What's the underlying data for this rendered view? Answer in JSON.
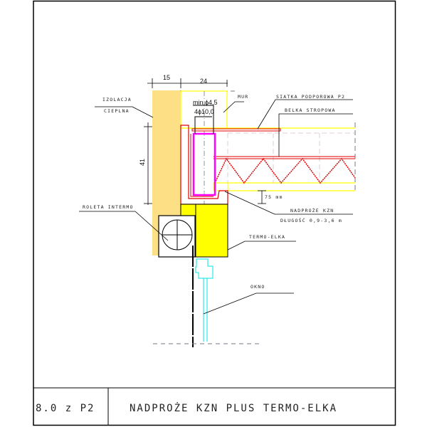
{
  "drawing": {
    "title": "NADPROŻE KZN PLUS  TERMO-ELKA",
    "sheet_number": "8.0 z P2"
  },
  "dimensions": {
    "insulation_width": "15",
    "wall_width": "24",
    "lintel_height": "41",
    "gap_mm": "75 mm",
    "rebar_min": "min.ϕ4,5",
    "rebar_main": "4ϕ10,0"
  },
  "labels": {
    "insulation_line1": "IZOLACJA",
    "insulation_line2": "CIEPLNA",
    "wall": "MUR",
    "mesh": "SIATKA PODPOROWA  P2",
    "beam": "BELKA STROPOWA",
    "lintel_line1": "NADPROŻE  KZN",
    "lintel_line2": "DŁUGOŚĆ 0,9-3,6 m",
    "roller": "ROLETA INTERMO",
    "termo": "TERMO-ELKA",
    "window": "OKNO"
  },
  "colors": {
    "insulation": "#fddf85",
    "termo_block": "#ffff00",
    "wall_outline": "#ffff00",
    "rebar": "#ff00ff",
    "lintel": "#e00000",
    "window": "#00e5e5",
    "dashed": "#777788"
  }
}
